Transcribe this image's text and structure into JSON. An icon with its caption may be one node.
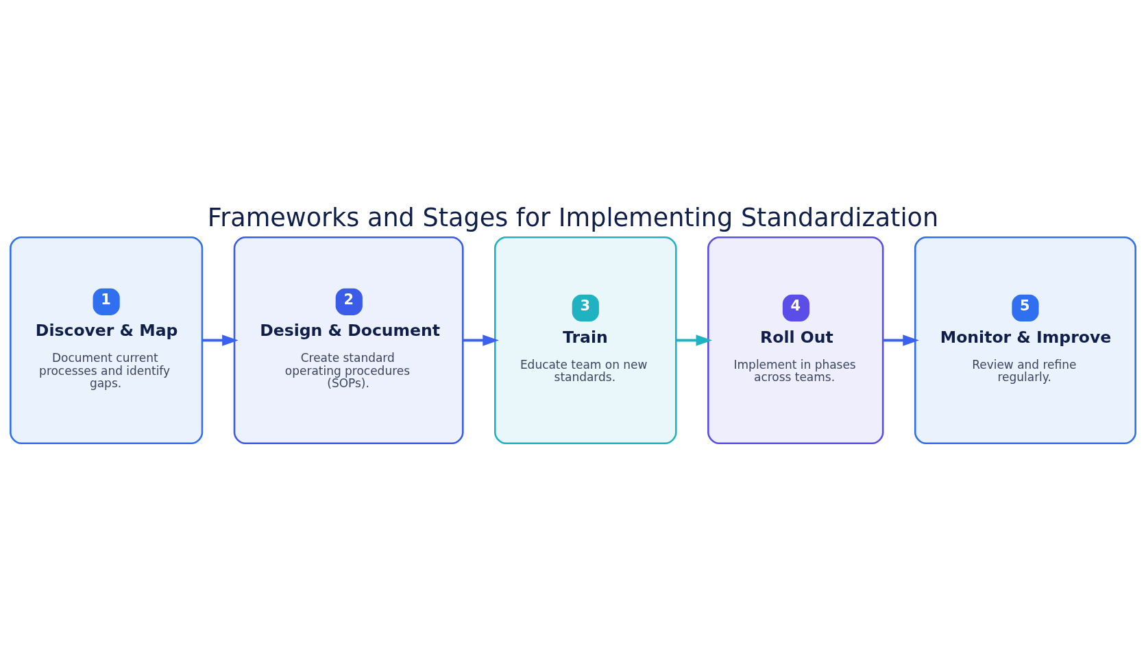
{
  "diagram": {
    "title": "Frameworks and Stages for Implementing Standardization",
    "nodes": [
      {
        "text": [
          "1",
          "Discover & Map",
          "Document current processes and identify gaps."
        ]
      },
      {
        "text": [
          "2",
          "Design & Document",
          "Create standard operating procedures (SOPs)."
        ]
      },
      {
        "text": [
          "3",
          "Train",
          "Educate team on new standards."
        ]
      },
      {
        "text": [
          "4",
          "Roll Out",
          "Implement in phases across teams."
        ]
      },
      {
        "text": [
          "5",
          "Monitor & Improve",
          "Review and refine regularly."
        ]
      }
    ],
    "edges": [
      {
        "from": 0,
        "to": 1,
        "arrow": "to"
      },
      {
        "from": 1,
        "to": 2,
        "arrow": "to"
      },
      {
        "from": 2,
        "to": 3,
        "arrow": "to",
        "color": "#1fb3c2"
      },
      {
        "from": 3,
        "to": 4,
        "arrow": "to"
      }
    ]
  }
}
